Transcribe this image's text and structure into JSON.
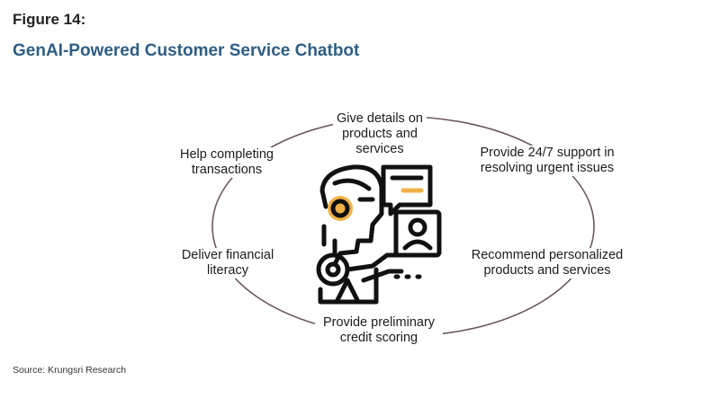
{
  "figure_label": "Figure 14:",
  "title": "GenAI-Powered Customer Service Chatbot",
  "center_icon": "chatbot-robot-icon",
  "colors": {
    "title": "#2e5e84",
    "ring": "#6b5a5a",
    "accent": "#f0b247",
    "line": "#111111"
  },
  "capabilities": [
    "Give details on products and services",
    "Provide 24/7 support in resolving urgent issues",
    "Recommend personalized products and services",
    "Provide preliminary credit scoring",
    "Deliver financial literacy",
    "Help completing transactions"
  ],
  "source": "Source: Krungsri Research"
}
